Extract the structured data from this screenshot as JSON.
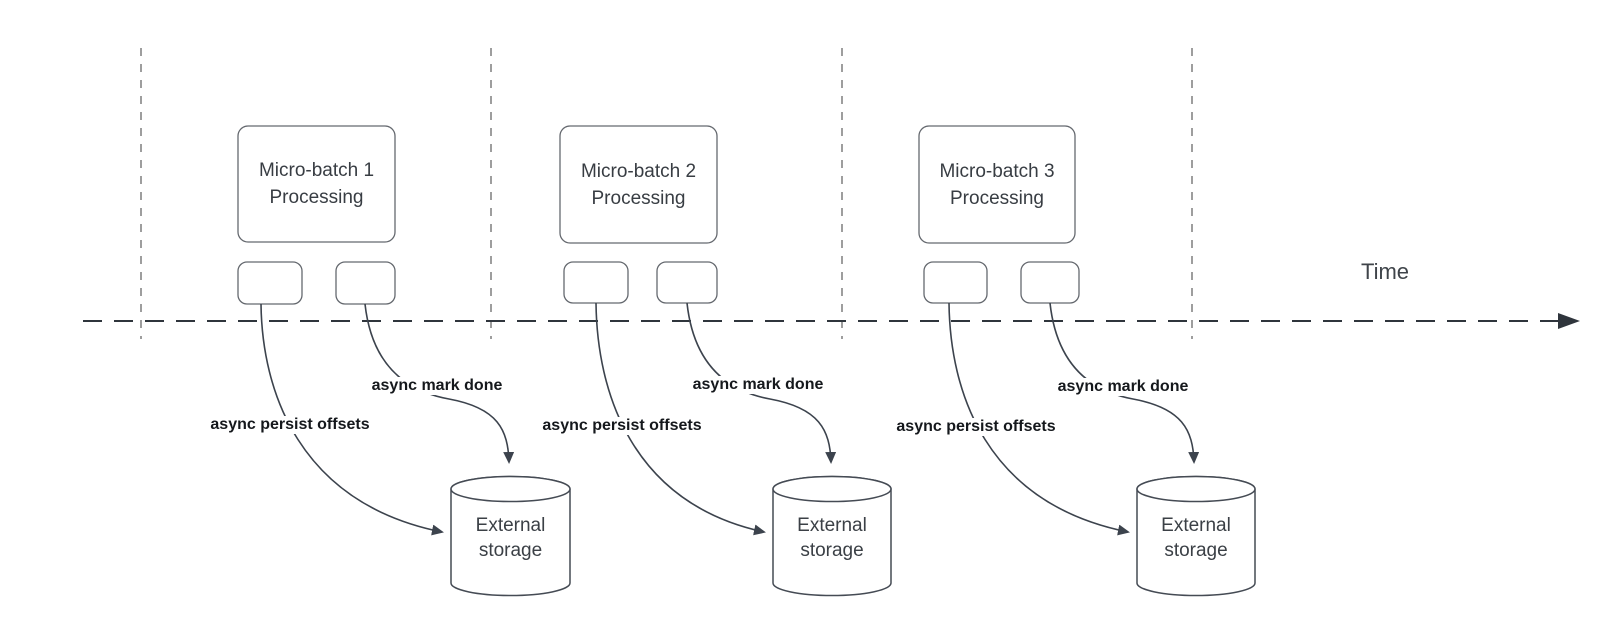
{
  "colors": {
    "background": "#ffffff",
    "timeline_stroke": "#2f353c",
    "gridline_stroke": "#9e9e9e",
    "shape_stroke": "#65696f",
    "cylinder_stroke": "#454b54",
    "connector_stroke": "#3c434d",
    "shape_text": "#383d43",
    "edge_label_text": "#15181c"
  },
  "time_axis": {
    "label": "Time"
  },
  "groups": [
    {
      "box_label_lines": [
        "Micro-batch 1",
        "Processing"
      ],
      "persist_label": "async persist offsets",
      "done_label": "async mark done",
      "storage_label_lines": [
        "External",
        "storage"
      ]
    },
    {
      "box_label_lines": [
        "Micro-batch 2",
        "Processing"
      ],
      "persist_label": "async persist offsets",
      "done_label": "async mark done",
      "storage_label_lines": [
        "External",
        "storage"
      ]
    },
    {
      "box_label_lines": [
        "Micro-batch 3",
        "Processing"
      ],
      "persist_label": "async persist offsets",
      "done_label": "async mark done",
      "storage_label_lines": [
        "External",
        "storage"
      ]
    }
  ]
}
